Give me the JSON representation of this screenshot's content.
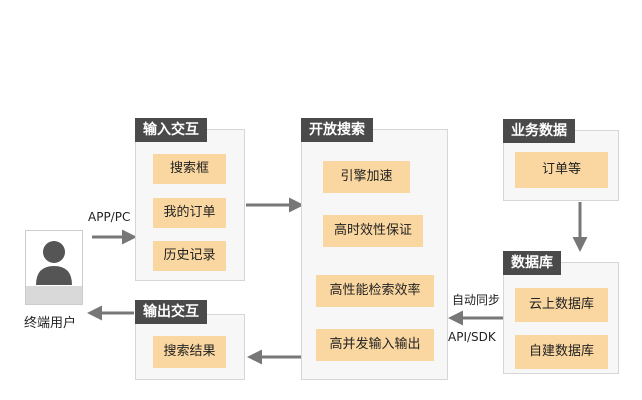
{
  "input_group": {
    "title": "输入交互",
    "items": [
      "搜索框",
      "我的订单",
      "历史记录"
    ]
  },
  "search_group": {
    "title": "开放搜索",
    "items": [
      "引擎加速",
      "高时效性保证",
      "高性能检索效率",
      "高并发输入输出"
    ]
  },
  "business_group": {
    "title": "业务数据",
    "items": [
      "订单等"
    ]
  },
  "database_group": {
    "title": "数据库",
    "items": [
      "云上数据库",
      "自建数据库"
    ]
  },
  "output_group": {
    "title": "输出交互",
    "items": [
      "搜索结果"
    ]
  },
  "user": {
    "label": "终端用户"
  },
  "labels": {
    "app_pc": "APP/PC",
    "auto_sync": "自动同步",
    "api_sdk": "API/SDK"
  },
  "colors": {
    "item_fill": "#fad7a0",
    "title_fill": "#4a4a4a",
    "group_fill": "#f7f7f7",
    "arrow": "#777777"
  }
}
